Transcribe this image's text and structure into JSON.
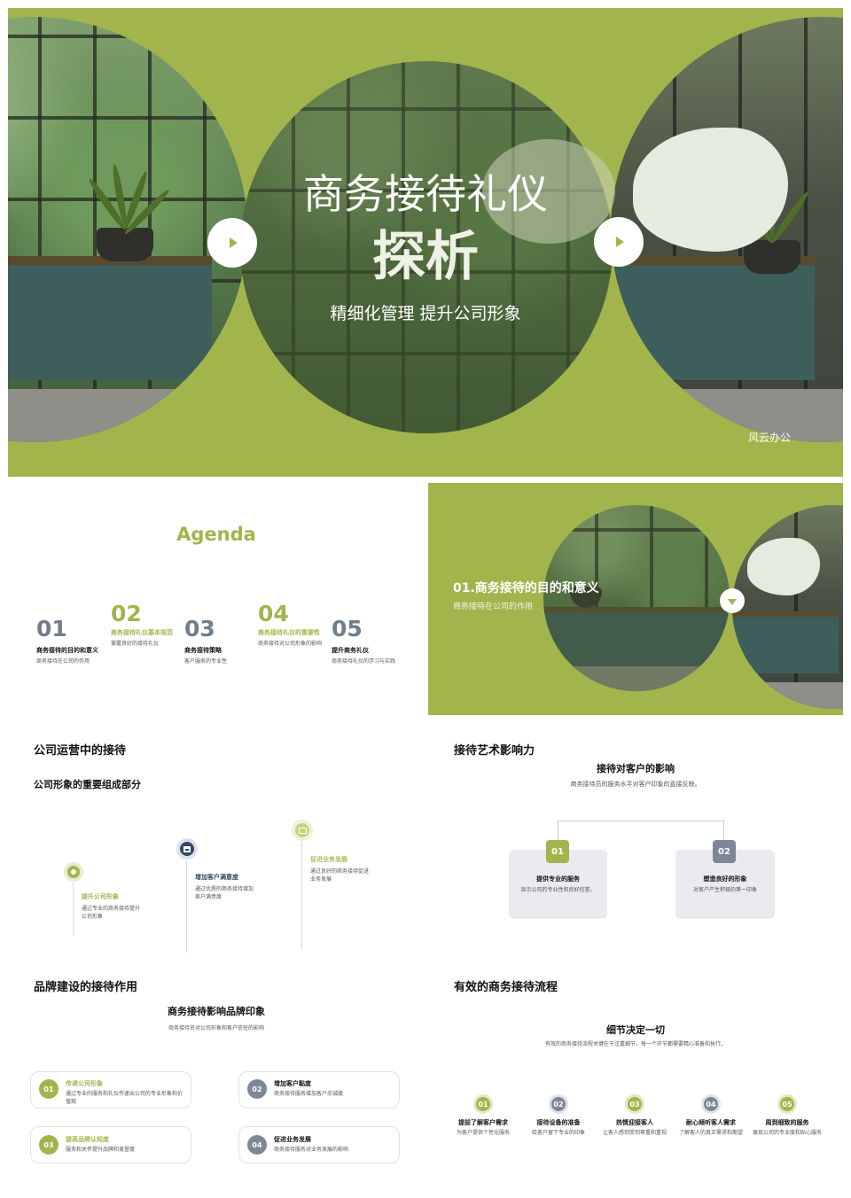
{
  "cover": {
    "title_line1": "商务接待礼仪",
    "title_line2": "探析",
    "subtitle": "精细化管理 提升公司形象",
    "brand": "风云办公"
  },
  "agenda": {
    "title": "Agenda",
    "items": [
      {
        "num": "01",
        "title": "商务接待的目的和意义",
        "desc": "商务接待在公司的作用"
      },
      {
        "num": "02",
        "title": "商务接待礼仪基本规范",
        "desc": "掌握良好的接待礼仪"
      },
      {
        "num": "03",
        "title": "商务接待策略",
        "desc": "客户服务的专业性"
      },
      {
        "num": "04",
        "title": "商务接待礼仪的重要性",
        "desc": "商务接待对公司形象的影响"
      },
      {
        "num": "05",
        "title": "提升商务礼仪",
        "desc": "商务接待礼仪的学习与实践"
      }
    ]
  },
  "section1": {
    "title": "01.商务接待的目的和意义",
    "subtitle": "商务接待在公司的作用"
  },
  "ops": {
    "title": "公司运营中的接待",
    "subtitle": "公司形象的重要组成部分",
    "items": [
      {
        "title": "提升公司形象",
        "desc": "通过专业的商务接待提升公司形象"
      },
      {
        "title": "增加客户满意度",
        "desc": "通过优质的商务接待增加客户满意度"
      },
      {
        "title": "促进业务发展",
        "desc": "通过良好的商务接待促进业务发展"
      }
    ]
  },
  "art": {
    "title": "接待艺术影响力",
    "heading": "接待对客户的影响",
    "desc": "商务接待员的服务水平对客户印象的直接反映。",
    "cards": [
      {
        "num": "01",
        "title": "提供专业的服务",
        "desc": "显示公司的专业性和良好信誉。"
      },
      {
        "num": "02",
        "title": "塑造良好的形象",
        "desc": "对客户产生积极的第一印象"
      }
    ]
  },
  "brand": {
    "title": "品牌建设的接待作用",
    "heading": "商务接待影响品牌印象",
    "desc": "商务接待员对公司形象和客户信任的影响",
    "items": [
      {
        "num": "01",
        "title": "传递公司形象",
        "desc": "通过专业的服务和礼仪传递出公司的专业形象和价值观"
      },
      {
        "num": "02",
        "title": "增加客户黏度",
        "desc": "商务接待服务增加客户忠诚度"
      },
      {
        "num": "03",
        "title": "提高品牌认知度",
        "desc": "服务和关怀提升品牌和美誉度"
      },
      {
        "num": "04",
        "title": "促进业务发展",
        "desc": "商务接待服务对业务发展的影响"
      }
    ]
  },
  "flow": {
    "title": "有效的商务接待流程",
    "heading": "细节决定一切",
    "desc": "有效的商务接待流程关键在于注重细节，每一个环节都需要精心准备和执行。",
    "steps": [
      {
        "num": "01",
        "title": "提前了解客户需求",
        "desc": "为客户提供个性化服务"
      },
      {
        "num": "02",
        "title": "接待设备的准备",
        "desc": "给客户留下专业的印象"
      },
      {
        "num": "03",
        "title": "热情迎接客人",
        "desc": "让客人感到受到尊重和重视"
      },
      {
        "num": "04",
        "title": "耐心倾听客人需求",
        "desc": "了解客人的真正需求和期望"
      },
      {
        "num": "05",
        "title": "周到细致的服务",
        "desc": "展现公司的专业度和贴心服务"
      }
    ]
  },
  "icons": [
    "play-icon",
    "chevron-down-icon",
    "location-pin-icon",
    "sitemap-icon",
    "image-icon"
  ],
  "colors": {
    "accent": "#a2b54d",
    "slate": "#7d8795",
    "navy": "#2f4a63",
    "card": "#e9ebee"
  }
}
